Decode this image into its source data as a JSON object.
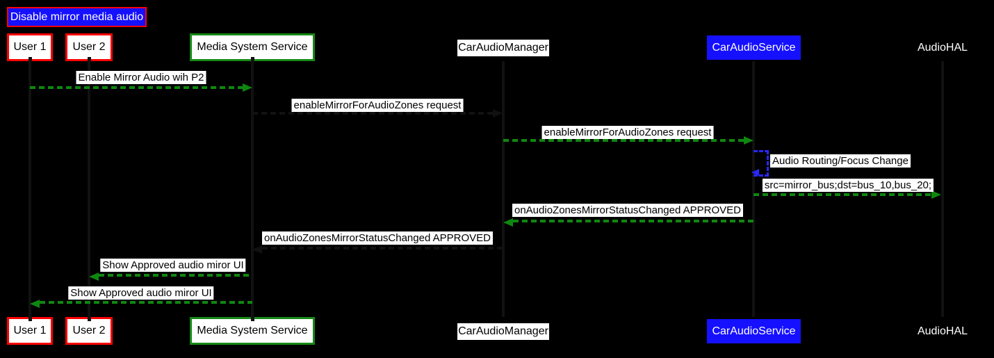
{
  "diagram": {
    "type": "sequence-diagram",
    "title": "Disable mirror media audio",
    "colors": {
      "background": "#000000",
      "actor_red_border": "#ff0000",
      "actor_green_border": "#168916",
      "actor_blue_fill": "#1510ff",
      "title_fill": "#1510ff",
      "title_border": "#ff0000",
      "arrow_green": "#0f870f",
      "self_arrow_blue": "#2a27ff",
      "label_bg": "#ffffff",
      "label_text": "#000000"
    },
    "actors": [
      {
        "id": "user1",
        "label": "User 1",
        "style": "red-box"
      },
      {
        "id": "user2",
        "label": "User 2",
        "style": "red-box"
      },
      {
        "id": "mss",
        "label": "Media System Service",
        "style": "green-box"
      },
      {
        "id": "cam",
        "label": "CarAudioManager",
        "style": "white-strip"
      },
      {
        "id": "cas",
        "label": "CarAudioService",
        "style": "blue-box"
      },
      {
        "id": "hal",
        "label": "AudioHAL",
        "style": "plain"
      }
    ],
    "messages": [
      {
        "label": "Enable Mirror Audio wih P2",
        "from": "user1",
        "to": "mss",
        "arrow": "green-dashed",
        "direction": "right"
      },
      {
        "label": "enableMirrorForAudioZones request",
        "from": "mss",
        "to": "cam",
        "arrow": "black-dashed",
        "direction": "right"
      },
      {
        "label": "enableMirrorForAudioZones request",
        "from": "cam",
        "to": "cas",
        "arrow": "green-dashed",
        "direction": "right"
      },
      {
        "label": "Audio Routing/Focus Change",
        "from": "cas",
        "to": "cas",
        "arrow": "blue-dashed",
        "direction": "self"
      },
      {
        "label": "src=mirror_bus;dst=bus_10,bus_20;",
        "from": "cas",
        "to": "hal",
        "arrow": "green-dashed",
        "direction": "right"
      },
      {
        "label": "onAudioZonesMirrorStatusChanged APPROVED",
        "from": "cas",
        "to": "cam",
        "arrow": "green-dashed",
        "direction": "left"
      },
      {
        "label": "onAudioZonesMirrorStatusChanged APPROVED",
        "from": "cam",
        "to": "mss",
        "arrow": "black-dashed",
        "direction": "left"
      },
      {
        "label": "Show Approved audio miror UI",
        "from": "mss",
        "to": "user2",
        "arrow": "green-dashed",
        "direction": "left"
      },
      {
        "label": "Show Approved audio miror UI",
        "from": "mss",
        "to": "user1",
        "arrow": "green-dashed",
        "direction": "left"
      }
    ]
  }
}
